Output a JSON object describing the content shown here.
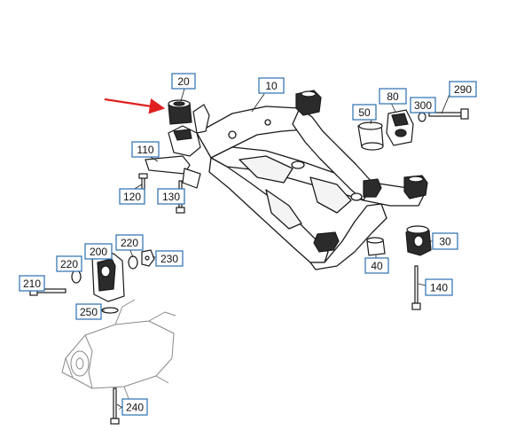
{
  "diagram": {
    "colors": {
      "line": "#1a1a1a",
      "label_box": "#2a6fb0",
      "label_text": "#111111",
      "arrow": "#e02020",
      "dark_part": "#2b2b2b"
    },
    "callouts": [
      {
        "key": "c20",
        "text": "20"
      },
      {
        "key": "c10",
        "text": "10"
      },
      {
        "key": "c80",
        "text": "80"
      },
      {
        "key": "c290",
        "text": "290"
      },
      {
        "key": "c50",
        "text": "50"
      },
      {
        "key": "c300",
        "text": "300"
      },
      {
        "key": "c110",
        "text": "110"
      },
      {
        "key": "c120",
        "text": "120"
      },
      {
        "key": "c130",
        "text": "130"
      },
      {
        "key": "c30",
        "text": "30"
      },
      {
        "key": "c40",
        "text": "40"
      },
      {
        "key": "c140",
        "text": "140"
      },
      {
        "key": "c200",
        "text": "200"
      },
      {
        "key": "c220a",
        "text": "220"
      },
      {
        "key": "c220b",
        "text": "220"
      },
      {
        "key": "c230",
        "text": "230"
      },
      {
        "key": "c210",
        "text": "210"
      },
      {
        "key": "c250",
        "text": "250"
      },
      {
        "key": "c240",
        "text": "240"
      }
    ]
  }
}
